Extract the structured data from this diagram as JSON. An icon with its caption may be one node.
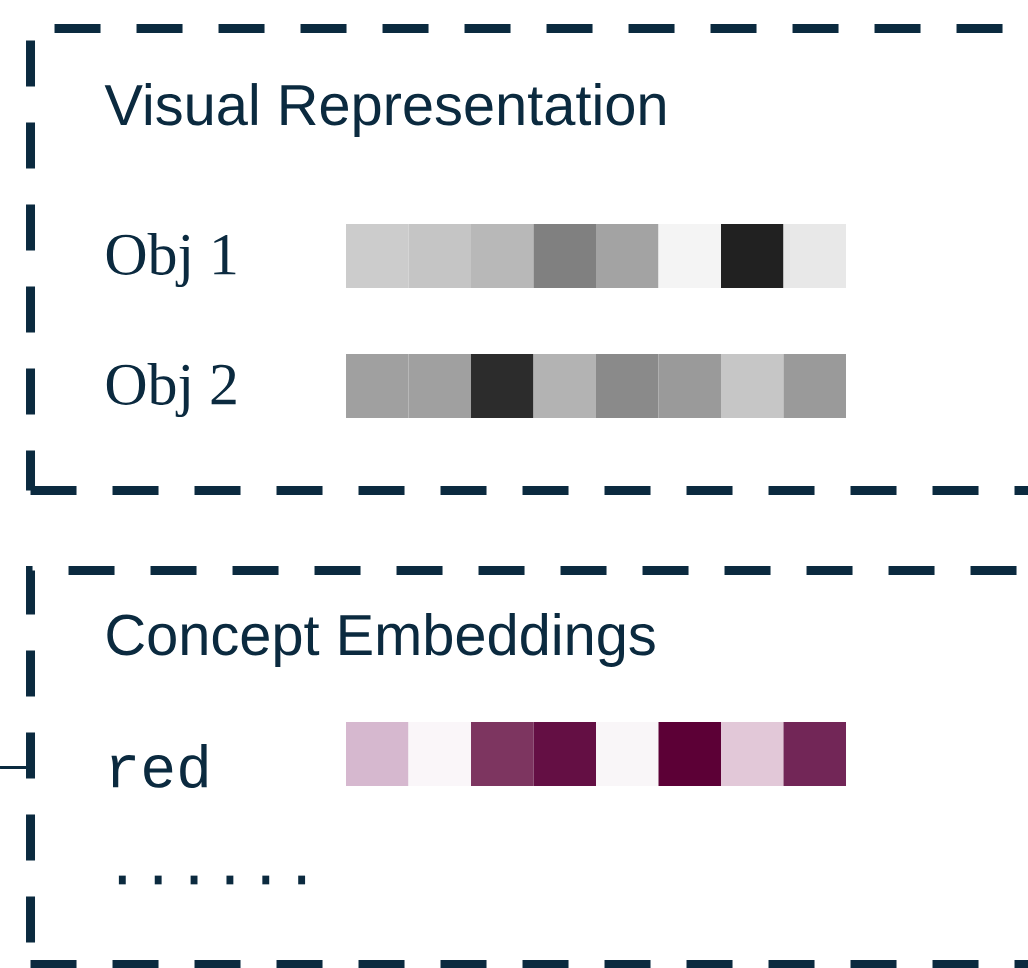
{
  "diagram": {
    "nodes": [
      {
        "text": [
          "Visual Representation"
        ]
      },
      {
        "text": [
          "Concept Embeddings"
        ]
      }
    ],
    "edges": [
      {
        "from": null,
        "to": 1,
        "arrow": "none"
      }
    ],
    "labels": [
      "Obj 1",
      "Obj 2",
      "red",
      "......"
    ]
  }
}
